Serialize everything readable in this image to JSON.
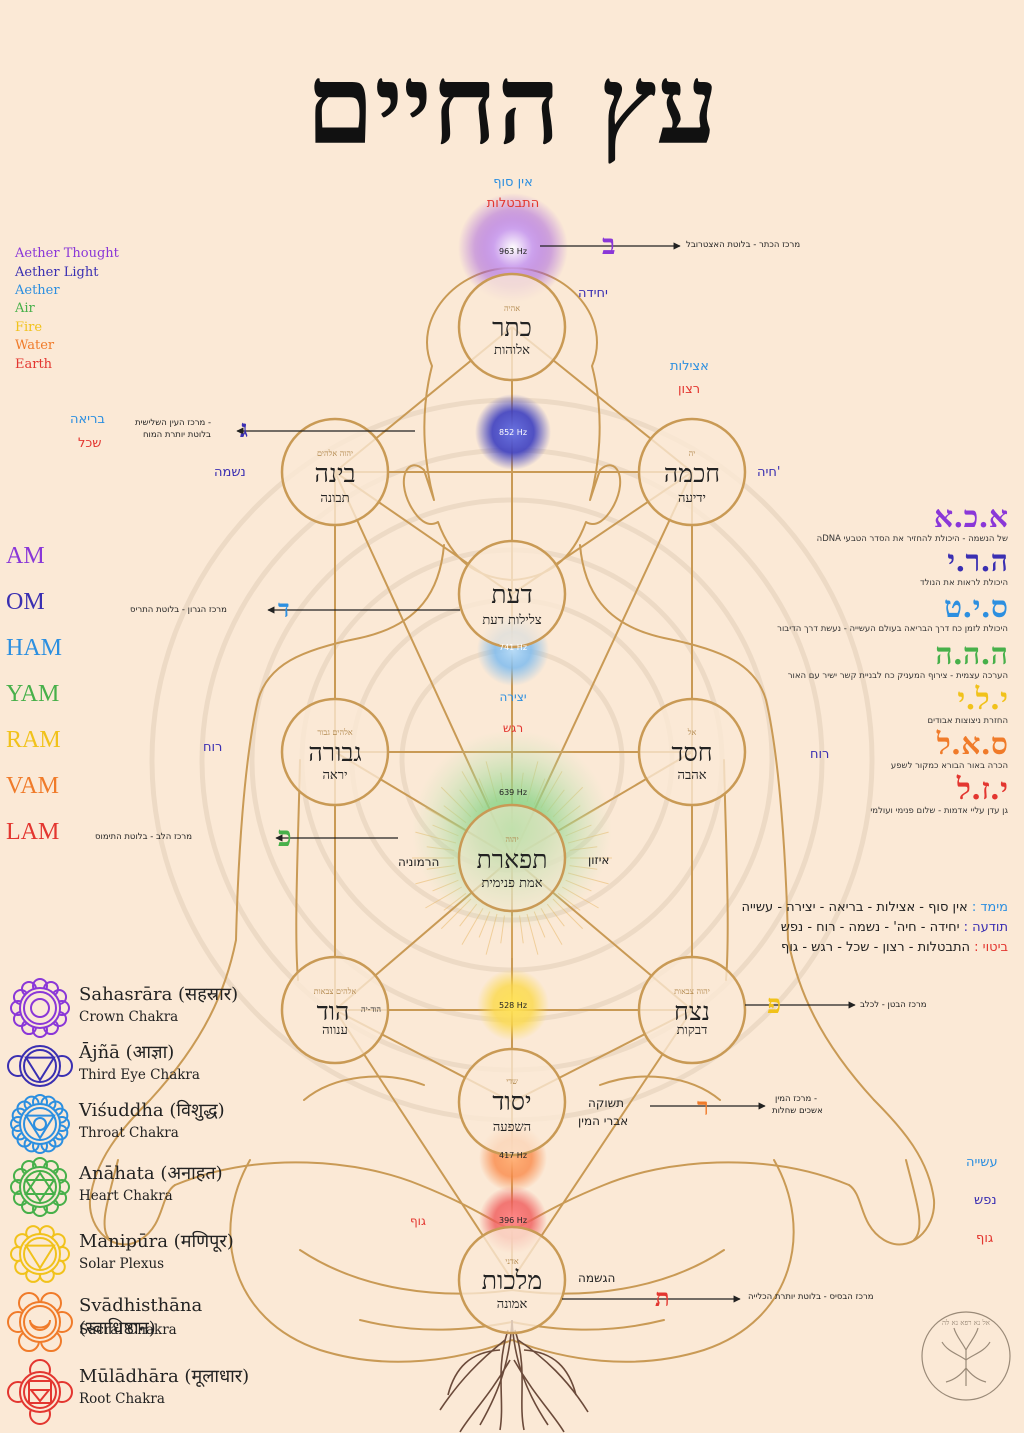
{
  "title": "עץ החיים",
  "colors": {
    "gold": "#c99a55",
    "bg": "#fbe9d6",
    "violet": "#8a37d8",
    "indigo": "#3a2fb2",
    "blue": "#2c8fe0",
    "green": "#47b04a",
    "yellow": "#f1c21b",
    "orange": "#f07b2a",
    "red": "#e33630"
  },
  "top": {
    "ein_sof": "אין סוף",
    "hitbatlut": "התבטלות",
    "crown_freq": "963 Hz",
    "crown_note": "מרכז הכתר - בלוטת האצטרובל",
    "yechida": "יחידה",
    "atzilut": "אצילות",
    "ratzon": "רצון"
  },
  "left_side": {
    "beria": "בריאה",
    "sechel": "שכל",
    "neshama": "נשמה",
    "third_eye_note_1": "מרכז העין השלישית -",
    "third_eye_note_2": "בלוטת יותרת המוח",
    "throat_note": "מרכז הגרון - בלוטת התריס",
    "ruach_left": "רוח",
    "heart_note": "מרכז הלב - בלוטת התימוס",
    "harmonia": "הרמוניה",
    "guf_left": "גוף"
  },
  "right_side": {
    "chaya": "חיה'",
    "ruach_right": "רוח",
    "izun": "איזון",
    "navel_note": "מרכז הבטן - לכלב",
    "teshuka": "תשוקה",
    "ivrei_hamin": "אברי המין",
    "sexual_note_1": "מרכז המין -",
    "sexual_note_2": "אשכים שחלות",
    "hagshama": "הגשמה",
    "root_note": "מרכז הבסיס - בלוטת יותרת הכלייה",
    "asiya": "עשייה",
    "nefesh": "נפש",
    "guf_right": "גוף"
  },
  "center": {
    "yetzira": "יצירה",
    "regesh": "רגש",
    "f852": "852 Hz",
    "f741": "741 Hz",
    "f639": "639 Hz",
    "f528": "528 Hz",
    "f417": "417 Hz",
    "f396": "396 Hz"
  },
  "sefirot": [
    {
      "key": "keter",
      "name": "כתר",
      "divine": "אהיה",
      "sub": "אלוהות"
    },
    {
      "key": "binah",
      "name": "בינה",
      "divine": "יהוה אלהים",
      "sub": "תבונה"
    },
    {
      "key": "chochmah",
      "name": "חכמה",
      "divine": "יה",
      "sub": "ידיעה"
    },
    {
      "key": "daat",
      "name": "דעת",
      "divine": "",
      "sub": "צלילות דעת"
    },
    {
      "key": "gevurah",
      "name": "גבורה",
      "divine": "אלהים גבור",
      "sub": "יראה"
    },
    {
      "key": "chesed",
      "name": "חסד",
      "divine": "אל",
      "sub": "אהבה"
    },
    {
      "key": "tiferet",
      "name": "תפארת",
      "divine": "יהוה",
      "sub": "אמת פנימית"
    },
    {
      "key": "hod",
      "name": "הוד",
      "divine": "אלהים צבאות",
      "sub": "ענווה",
      "extra": "הוד-יה"
    },
    {
      "key": "netzach",
      "name": "נצח",
      "divine": "יהוה צבאות",
      "sub": "דבקות"
    },
    {
      "key": "yesod",
      "name": "יסוד",
      "divine": "שדי",
      "sub": "השפעה"
    },
    {
      "key": "malchut",
      "name": "מלכות",
      "divine": "אדני",
      "sub": "אמונה"
    }
  ],
  "letters": {
    "crown": "ב",
    "third_eye": "ג",
    "throat": "ד",
    "heart": "כ",
    "navel": "פ",
    "sexual": "ר",
    "root": "ת"
  },
  "elements": [
    "Aether Thought",
    "Aether Light",
    "Aether",
    "Air",
    "Fire",
    "Water",
    "Earth"
  ],
  "mantras": [
    "AM",
    "OM",
    "HAM",
    "YAM",
    "RAM",
    "VAM",
    "LAM"
  ],
  "names72": [
    {
      "big": "א.כ.א",
      "small": "הDNA של הנשמה - היכולת להחזיר את הסדר הטבעי"
    },
    {
      "big": "ה.ר.י",
      "small": "היכולת לראות את הנולד"
    },
    {
      "big": "ס.י.ט",
      "small": "היכולת לזמן כח דרך הבריאה בעולם העשייה - נעשת דרך הדיבור"
    },
    {
      "big": "ה.ה.ה",
      "small": "הערכה עצמית - צירוף המעניק כח לבניית קשר ישיר עם האור"
    },
    {
      "big": "י.ל.י",
      "small": "החזרת ניצוצות אבודים"
    },
    {
      "big": "ס.א.ל",
      "small": "הכרה באור הבורא כמקור לשפע"
    },
    {
      "big": "י.ז.ל",
      "small": "גן עדן עליי אדמות - שלום פנימי ועולמי"
    }
  ],
  "legend": [
    {
      "label": "מימד :",
      "text": "אין סוף - אצילות - בריאה - יצירה - עשייה"
    },
    {
      "label": "תודעה :",
      "text": "יחידה - חיה' - נשמה - רוח - נפש"
    },
    {
      "label": "ביטוי :",
      "text": "התבטלות - רצון - שכל - רגש - גוף"
    }
  ],
  "chakras": [
    {
      "name": "Sahasrāra (सहस्रार)",
      "eng": "Crown Chakra"
    },
    {
      "name": "Ājñā (आज्ञा)",
      "eng": "Third Eye Chakra"
    },
    {
      "name": "Viśuddha (विशुद्ध)",
      "eng": "Throat Chakra"
    },
    {
      "name": "Anāhata (अनाहत)",
      "eng": "Heart Chakra"
    },
    {
      "name": "Manipūra (मणिपूर)",
      "eng": "Solar Plexus"
    },
    {
      "name": "Svādhisthāna (स्वाधिष्ठान)",
      "eng": "Sacral Chakra"
    },
    {
      "name": "Mūlādhāra (मूलाधार)",
      "eng": "Root Chakra"
    }
  ],
  "logo_text": "אל נא רפא נא לה"
}
